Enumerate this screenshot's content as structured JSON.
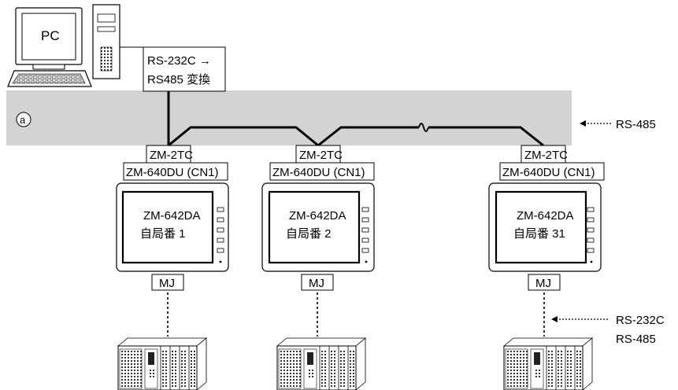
{
  "pc": {
    "label": "PC"
  },
  "converter": {
    "line1": "RS-232C →",
    "line2": "RS485 変換"
  },
  "bus": {
    "marker": "a",
    "label": "RS-485"
  },
  "stations": [
    {
      "terminal": "ZM-2TC",
      "unit": "ZM-640DU (CN1)",
      "model": "ZM-642DA",
      "station": "自局番 1",
      "port": "MJ"
    },
    {
      "terminal": "ZM-2TC",
      "unit": "ZM-640DU (CN1)",
      "model": "ZM-642DA",
      "station": "自局番 2",
      "port": "MJ"
    },
    {
      "terminal": "ZM-2TC",
      "unit": "ZM-640DU (CN1)",
      "model": "ZM-642DA",
      "station": "自局番 31",
      "port": "MJ"
    }
  ],
  "plc_link": {
    "line1": "RS-232C",
    "line2": "RS-485"
  }
}
